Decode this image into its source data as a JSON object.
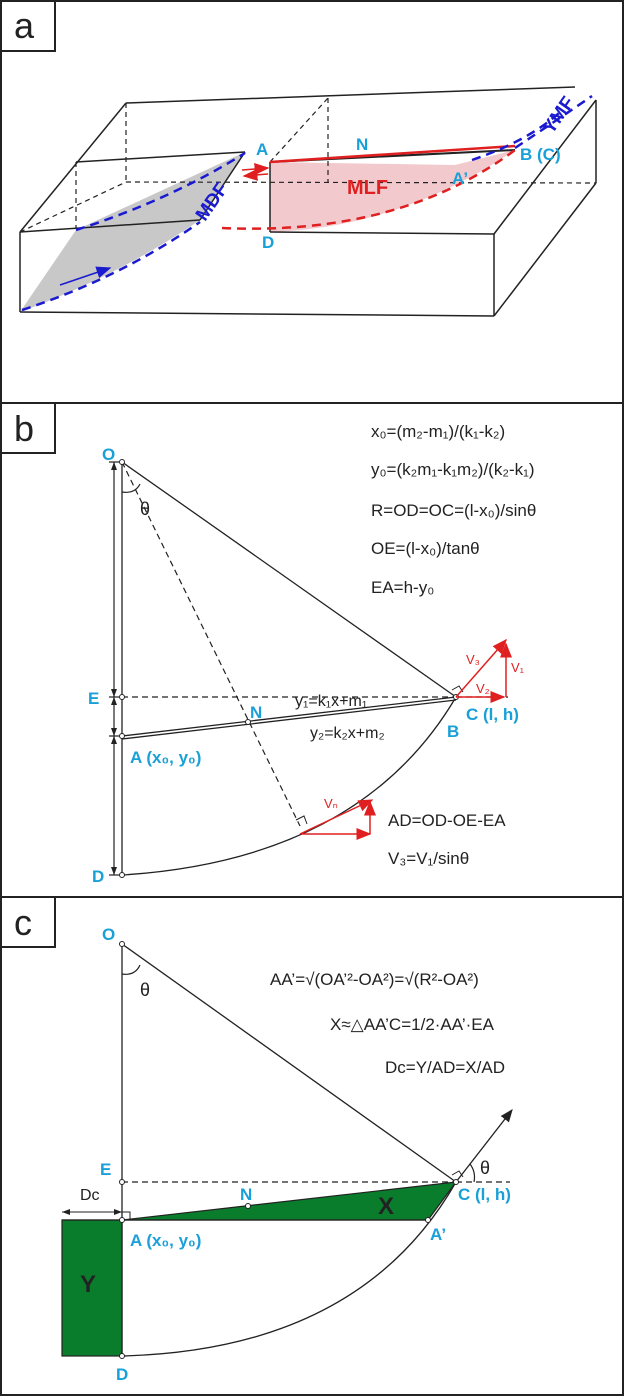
{
  "colors": {
    "blue_label": "#1aa0d8",
    "red": "#e02020",
    "dark_blue": "#1a1ad0",
    "green": "#0a7d2c",
    "gray_fill": "#c8c8c8",
    "pink_fill": "#f2c9cc"
  },
  "panel_a": {
    "letter": "a",
    "points": {
      "A": "A",
      "N": "N",
      "BC": "B (C)",
      "Aprime": "A’",
      "D": "D"
    },
    "faults": {
      "mdf": "MDF",
      "mlf": "MLF",
      "ymf": "YMF"
    }
  },
  "panel_b": {
    "letter": "b",
    "points": {
      "O": "O",
      "E": "E",
      "A": "A (x₀, y₀)",
      "N": "N",
      "B": "B",
      "C": "C (l, h)",
      "D": "D",
      "theta": "θ"
    },
    "line1": "y₁=k₁x+m₁",
    "line2": "y₂=k₂x+m₂",
    "vectors": {
      "v1": "V₁",
      "v2": "V₂",
      "v3": "V₃",
      "vn": "Vₙ"
    },
    "equations": [
      "x₀=(m₂-m₁)/(k₁-k₂)",
      "y₀=(k₂m₁-k₁m₂)/(k₂-k₁)",
      "R=OD=OC=(l-x₀)/sinθ",
      "OE=(l-x₀)/tanθ",
      "EA=h-y₀"
    ],
    "equations_bottom": [
      "AD=OD-OE-EA",
      "V₃=V₁/sinθ"
    ]
  },
  "panel_c": {
    "letter": "c",
    "points": {
      "O": "O",
      "E": "E",
      "A": "A (x₀, y₀)",
      "N": "N",
      "C": "C (l, h)",
      "Aprime": "A’",
      "D": "D",
      "theta1": "θ",
      "theta2": "θ"
    },
    "regions": {
      "x": "X",
      "y": "Y",
      "dc": "Dᴄ"
    },
    "equations": [
      "AA’=√(OA’²-OA²)=√(R²-OA²)",
      "X≈△AA’C=1/2·AA’·EA",
      "Dᴄ=Y/AD=X/AD"
    ]
  }
}
